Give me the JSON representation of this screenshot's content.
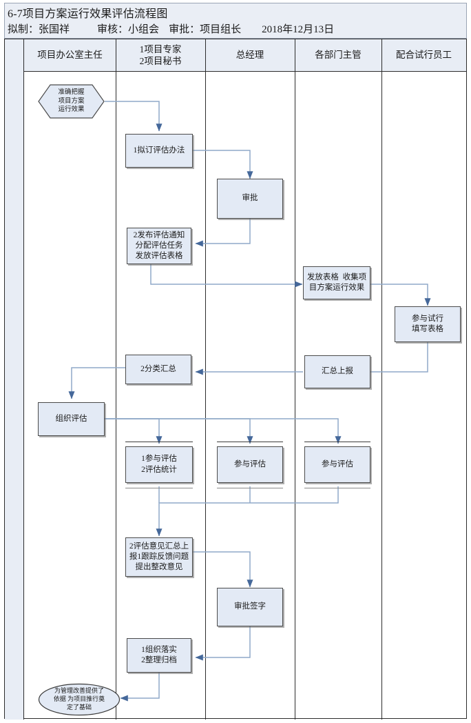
{
  "header": {
    "title": "6-7项目方案运行效果评估流程图",
    "prepared_label": "拟制：",
    "prepared_by": "张国祥",
    "reviewed_label": "审核：",
    "reviewed_by": "小组会",
    "approved_label": "审批：",
    "approved_by": "项目组长",
    "date": "2018年12月13日"
  },
  "lanes": [
    {
      "id": "office-director",
      "label": "项目办公室主任"
    },
    {
      "id": "expert-secretary",
      "label": "1项目专家\n2项目秘书"
    },
    {
      "id": "general-manager",
      "label": "总经理"
    },
    {
      "id": "department-heads",
      "label": "各部门主管"
    },
    {
      "id": "trial-employees",
      "label": "配合试行员工"
    }
  ],
  "nodes": [
    {
      "id": "start",
      "shape": "hexagon",
      "lane": 0,
      "text": "准确把握\n项目方案\n运行效果"
    },
    {
      "id": "draft-method",
      "shape": "box",
      "lane": 1,
      "text": "1拟订评估办法"
    },
    {
      "id": "approve-1",
      "shape": "box",
      "lane": 2,
      "text": "审批"
    },
    {
      "id": "publish-notice",
      "shape": "box",
      "lane": 1,
      "text": "2发布评估通知\n分配评估任务\n发放评估表格"
    },
    {
      "id": "issue-collect-forms",
      "shape": "box",
      "lane": 3,
      "text": "发放表格  收集项\n目方案运行效果"
    },
    {
      "id": "join-trial-fill",
      "shape": "box",
      "lane": 4,
      "text": "参与试行\n填写表格"
    },
    {
      "id": "summary-report",
      "shape": "box",
      "lane": 3,
      "text": "汇总上报"
    },
    {
      "id": "classify-summary",
      "shape": "box",
      "lane": 1,
      "text": "2分类汇总"
    },
    {
      "id": "organize-evaluation",
      "shape": "box",
      "lane": 0,
      "text": "组织评估"
    },
    {
      "id": "join-eval-stats",
      "shape": "box-parallel",
      "lane": 1,
      "text": "1参与评估\n2评估统计"
    },
    {
      "id": "join-eval-gm",
      "shape": "box-parallel",
      "lane": 2,
      "text": "参与评估"
    },
    {
      "id": "join-eval-dept",
      "shape": "box-parallel",
      "lane": 3,
      "text": "参与评估"
    },
    {
      "id": "opinion-summary",
      "shape": "box",
      "lane": 1,
      "text": "2评估意见汇总上\n报1跟踪反馈问题\n提出整改意见"
    },
    {
      "id": "approve-sign",
      "shape": "box",
      "lane": 2,
      "text": "审批签字"
    },
    {
      "id": "implement-archive",
      "shape": "box",
      "lane": 1,
      "text": "1组织落实\n2整理归档"
    },
    {
      "id": "end",
      "shape": "ellipse",
      "lane": 0,
      "text": "为管理改善提供了\n依据 为项目推行奠\n定了基础"
    }
  ],
  "colors": {
    "node_fill": "#e3eaf5",
    "node_border": "#4a4a4a",
    "lane_header_fill": "#e8edf5",
    "lane_border": "#2b2b2b",
    "connector": "#8fa9c8",
    "connector_arrow": "#45689a",
    "text": "#1b1b1b"
  }
}
